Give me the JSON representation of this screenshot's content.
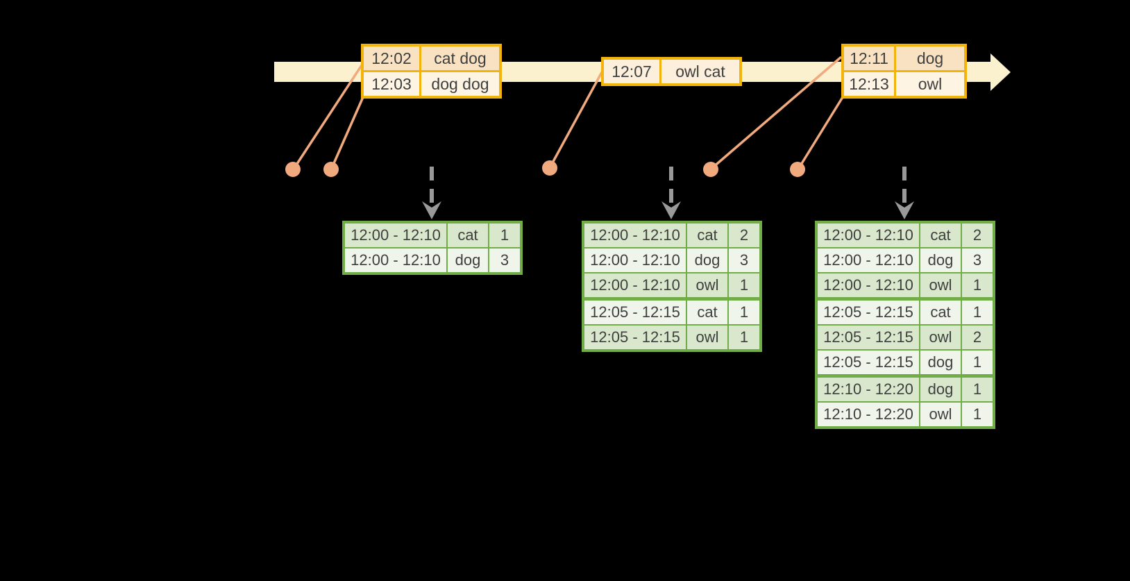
{
  "diagram": {
    "kind": "stream-windowed-aggregation-timeline",
    "colors": {
      "background": "#000000",
      "timeline_fill": "#FCF1CE",
      "event_table_border": "#F2B30B",
      "event_row_shaded": "#F9E2C2",
      "event_row_light": "#FDF4E4",
      "event_row_single": "#FCEFDB",
      "event_marker": "#F1A97E",
      "result_table_border": "#70AD47",
      "result_row_shaded": "#D9E7CC",
      "result_row_light": "#F0F5EC",
      "trigger_arrow": "#999999",
      "text": "#3F3F3F"
    },
    "icons": {
      "timeline_arrowhead": "right-arrow",
      "trigger_arrowhead": "down-chevron-arrow",
      "event_marker": "filled-dot"
    }
  },
  "event_tables": [
    {
      "rows": [
        {
          "time": "12:02",
          "words": "cat dog"
        },
        {
          "time": "12:03",
          "words": "dog dog"
        }
      ]
    },
    {
      "rows": [
        {
          "time": "12:07",
          "words": "owl cat"
        }
      ]
    },
    {
      "rows": [
        {
          "time": "12:11",
          "words": "dog"
        },
        {
          "time": "12:13",
          "words": "owl"
        }
      ]
    }
  ],
  "result_tables": [
    {
      "rows": [
        {
          "window": "12:00 - 12:10",
          "word": "cat",
          "count": "1"
        },
        {
          "window": "12:00 - 12:10",
          "word": "dog",
          "count": "3"
        }
      ]
    },
    {
      "rows": [
        {
          "window": "12:00 - 12:10",
          "word": "cat",
          "count": "2"
        },
        {
          "window": "12:00 - 12:10",
          "word": "dog",
          "count": "3"
        },
        {
          "window": "12:00 - 12:10",
          "word": "owl",
          "count": "1"
        },
        {
          "window": "12:05 - 12:15",
          "word": "cat",
          "count": "1"
        },
        {
          "window": "12:05 - 12:15",
          "word": "owl",
          "count": "1"
        }
      ]
    },
    {
      "rows": [
        {
          "window": "12:00 - 12:10",
          "word": "cat",
          "count": "2"
        },
        {
          "window": "12:00 - 12:10",
          "word": "dog",
          "count": "3"
        },
        {
          "window": "12:00 - 12:10",
          "word": "owl",
          "count": "1"
        },
        {
          "window": "12:05 - 12:15",
          "word": "cat",
          "count": "1"
        },
        {
          "window": "12:05 - 12:15",
          "word": "owl",
          "count": "2"
        },
        {
          "window": "12:05 - 12:15",
          "word": "dog",
          "count": "1"
        },
        {
          "window": "12:10 - 12:20",
          "word": "dog",
          "count": "1"
        },
        {
          "window": "12:10 - 12:20",
          "word": "owl",
          "count": "1"
        }
      ]
    }
  ]
}
